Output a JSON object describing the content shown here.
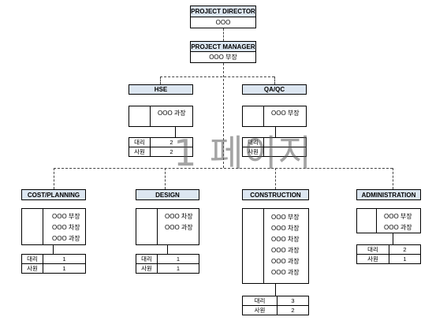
{
  "director": {
    "title": "PROJECT DIRECTOR",
    "name": "OOO"
  },
  "manager": {
    "title": "PROJECT MANAGER",
    "name": "OOO 부장"
  },
  "hse": {
    "title": "HSE",
    "members": [
      "OOO 과장"
    ],
    "staff": [
      {
        "role": "대리",
        "count": "2"
      },
      {
        "role": "사원",
        "count": "2"
      }
    ]
  },
  "qaqc": {
    "title": "QA/QC",
    "members": [
      "OOO 부장"
    ],
    "staff": [
      {
        "role": "대리",
        "count": ""
      },
      {
        "role": "사원",
        "count": ""
      }
    ]
  },
  "cost": {
    "title": "COST/PLANNING",
    "members": [
      "OOO 부장",
      "OOO 차장",
      "OOO 과장"
    ],
    "staff": [
      {
        "role": "대리",
        "count": "1"
      },
      {
        "role": "사원",
        "count": "1"
      }
    ]
  },
  "design": {
    "title": "DESIGN",
    "members": [
      "OOO 차장",
      "OOO 과장"
    ],
    "staff": [
      {
        "role": "대리",
        "count": "1"
      },
      {
        "role": "사원",
        "count": "1"
      }
    ]
  },
  "construction": {
    "title": "CONSTRUCTION",
    "members": [
      "OOO 부장",
      "OOO 차장",
      "OOO 차장",
      "OOO 과장",
      "OOO 과장",
      "OOO 과장"
    ],
    "staff": [
      {
        "role": "대리",
        "count": "3"
      },
      {
        "role": "사원",
        "count": "2"
      }
    ]
  },
  "administration": {
    "title": "ADMINISTRATION",
    "members": [
      "OOO 부장",
      "OOO 과장"
    ],
    "staff": [
      {
        "role": "대리",
        "count": "2"
      },
      {
        "role": "사원",
        "count": "1"
      }
    ]
  },
  "watermark": "1 페이지"
}
